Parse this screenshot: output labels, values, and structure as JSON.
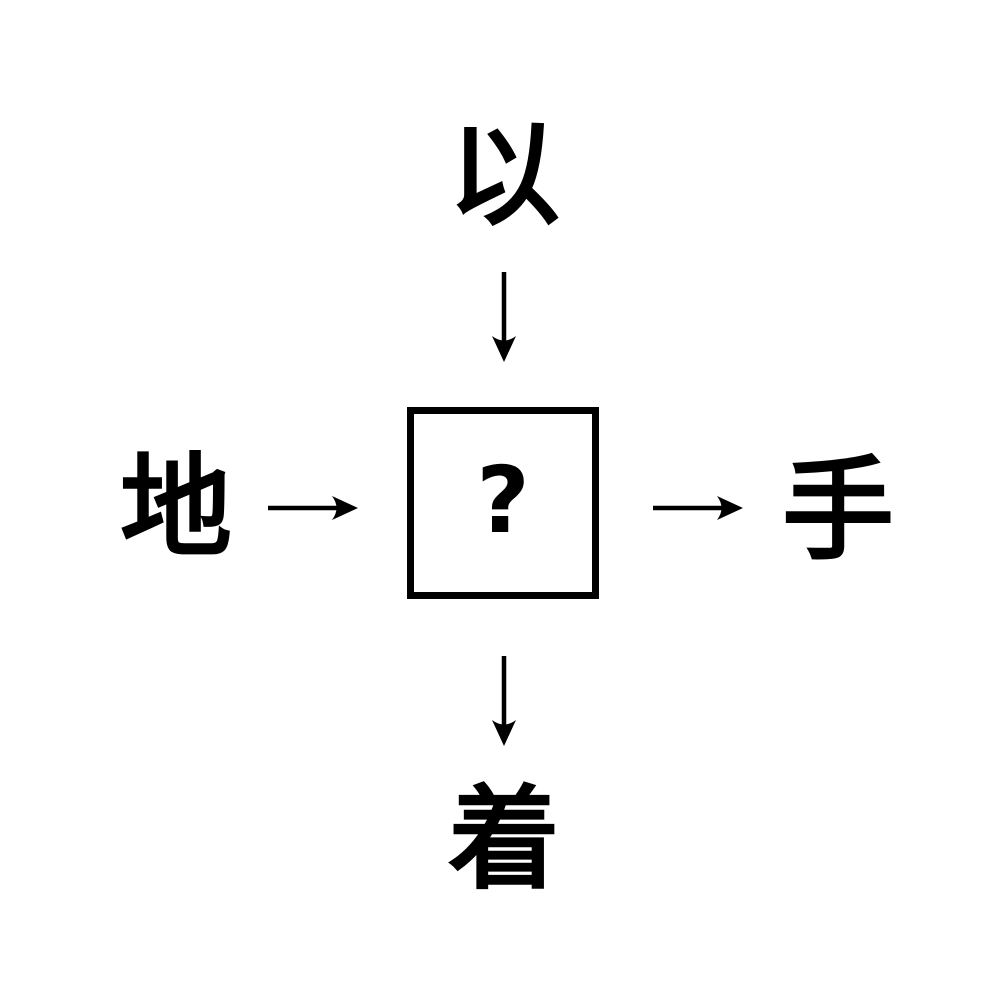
{
  "colors": {
    "background": "#ffffff",
    "ink": "#000000"
  },
  "puzzle": {
    "type": "kanji-compound-puzzle",
    "top": "以",
    "left": "地",
    "right": "手",
    "bottom": "着",
    "center_placeholder": "?"
  },
  "arrows": [
    {
      "name": "top-to-center",
      "direction": "down"
    },
    {
      "name": "left-to-center",
      "direction": "right"
    },
    {
      "name": "center-to-right",
      "direction": "right"
    },
    {
      "name": "center-to-bottom",
      "direction": "down"
    }
  ],
  "icons": {
    "down_arrow": "↓",
    "right_arrow": "→"
  }
}
